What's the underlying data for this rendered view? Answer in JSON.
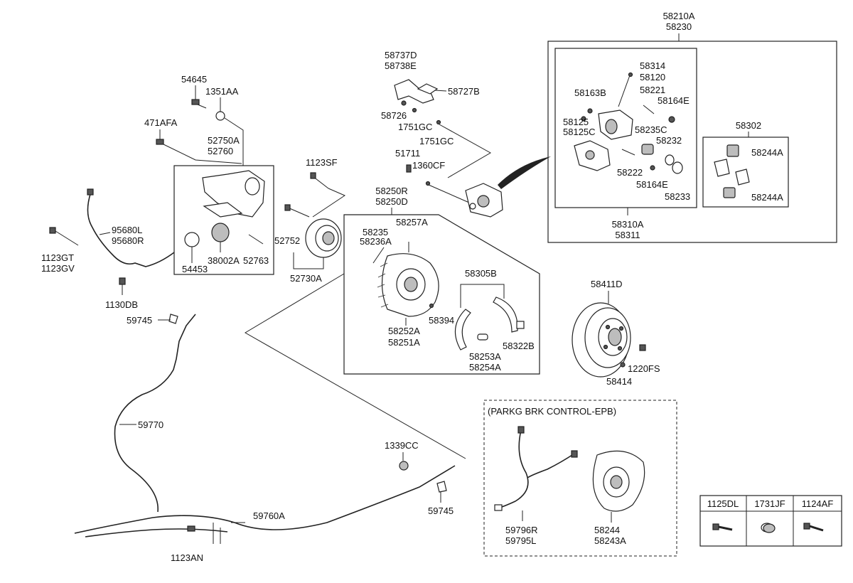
{
  "labels": {
    "p58210a": "58210A",
    "p58230": "58230",
    "p58314": "58314",
    "p58120": "58120",
    "p58163b": "58163B",
    "p58221": "58221",
    "p58164e_1": "58164E",
    "p58125": "58125",
    "p58125c": "58125C",
    "p58235c": "58235C",
    "p58232": "58232",
    "p58222": "58222",
    "p58164e_2": "58164E",
    "p58233": "58233",
    "p58310a": "58310A",
    "p58311": "58311",
    "p58302": "58302",
    "p58244a_1": "58244A",
    "p58244a_2": "58244A",
    "p58737d": "58737D",
    "p58738e": "58738E",
    "p58727b": "58727B",
    "p58726": "58726",
    "p1751gc_1": "1751GC",
    "p1751gc_2": "1751GC",
    "p51711": "51711",
    "p1360cf": "1360CF",
    "p54645": "54645",
    "p1351aa": "1351AA",
    "p471afa": "471AFA",
    "p52750a": "52750A",
    "p52760": "52760",
    "p54453": "54453",
    "p38002a": "38002A",
    "p52763": "52763",
    "p1123sf": "1123SF",
    "p52752": "52752",
    "p52730a": "52730A",
    "p95680l": "95680L",
    "p95680r": "95680R",
    "p1123gt": "1123GT",
    "p1123gv": "1123GV",
    "p1130db": "1130DB",
    "p58250r": "58250R",
    "p58250d": "58250D",
    "p58257a": "58257A",
    "p58235": "58235",
    "p58236a": "58236A",
    "p58394": "58394",
    "p58252a": "58252A",
    "p58251a": "58251A",
    "p58305b": "58305B",
    "p58253a": "58253A",
    "p58254a": "58254A",
    "p58322b": "58322B",
    "p58411d": "58411D",
    "p1220fs": "1220FS",
    "p58414": "58414",
    "p59745_1": "59745",
    "p59770": "59770",
    "p1339cc": "1339CC",
    "p59745_2": "59745",
    "p59760a": "59760A",
    "p1123an": "1123AN",
    "epb_title": "(PARKG BRK CONTROL-EPB)",
    "p59796r": "59796R",
    "p59795l": "59795L",
    "p58244": "58244",
    "p58243a": "58243A"
  },
  "legend_table": {
    "headers": [
      "1125DL",
      "1731JF",
      "1124AF"
    ]
  }
}
